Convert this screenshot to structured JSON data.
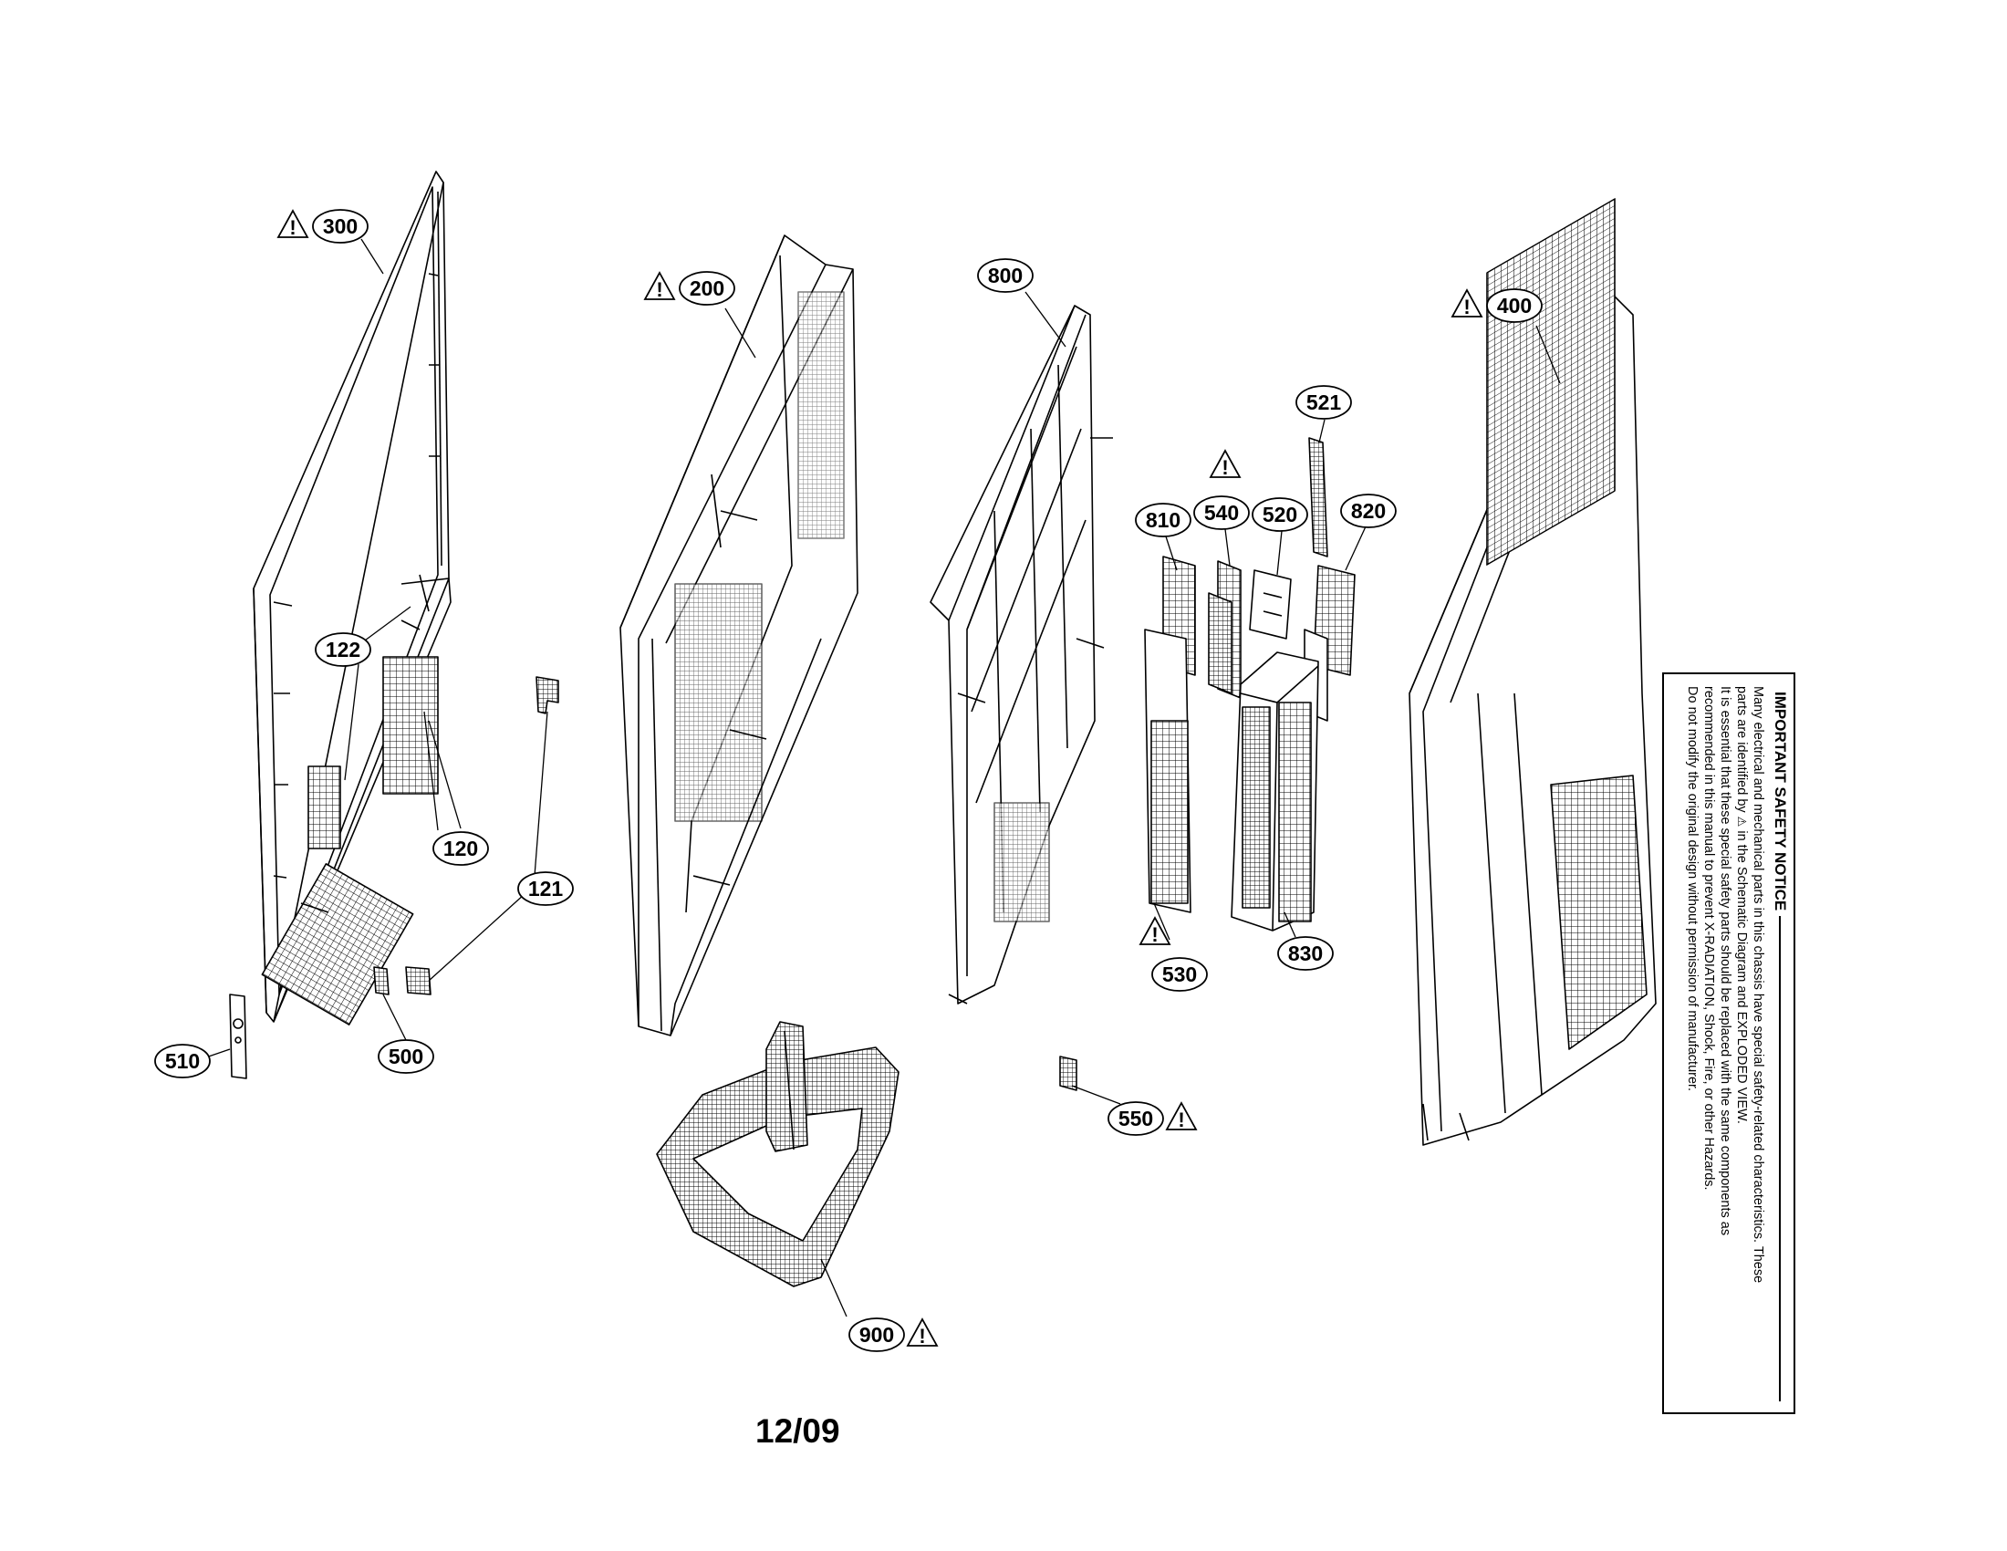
{
  "parts": [
    {
      "id": "300",
      "warning": true
    },
    {
      "id": "200",
      "warning": true
    },
    {
      "id": "800",
      "warning": false
    },
    {
      "id": "400",
      "warning": true
    },
    {
      "id": "521",
      "warning": false
    },
    {
      "id": "810",
      "warning": false
    },
    {
      "id": "540",
      "warning": false
    },
    {
      "id": "520",
      "warning": false
    },
    {
      "id": "820",
      "warning": false
    },
    {
      "id": "122",
      "warning": false
    },
    {
      "id": "120",
      "warning": false
    },
    {
      "id": "121",
      "warning": false
    },
    {
      "id": "510",
      "warning": false
    },
    {
      "id": "500",
      "warning": false
    },
    {
      "id": "530",
      "warning": true
    },
    {
      "id": "830",
      "warning": false
    },
    {
      "id": "550",
      "warning": true
    },
    {
      "id": "900",
      "warning": true
    }
  ],
  "page_number": "12/09",
  "notice": {
    "title": "IMPORTANT SAFETY NOTICE",
    "lines": [
      "Many electrical and mechanical parts in this chassis have special safety-related characteristics. These",
      "parts are identified by [warn] in the Schematic Diagram and EXPLODED VIEW.",
      "It is essential that these special safety parts should be replaced with the same components as",
      "recommended in this manual to prevent X-RADIATION, Shock, Fire, or other Hazards.",
      "Do not modify the original design without permission of manufacturer."
    ]
  }
}
